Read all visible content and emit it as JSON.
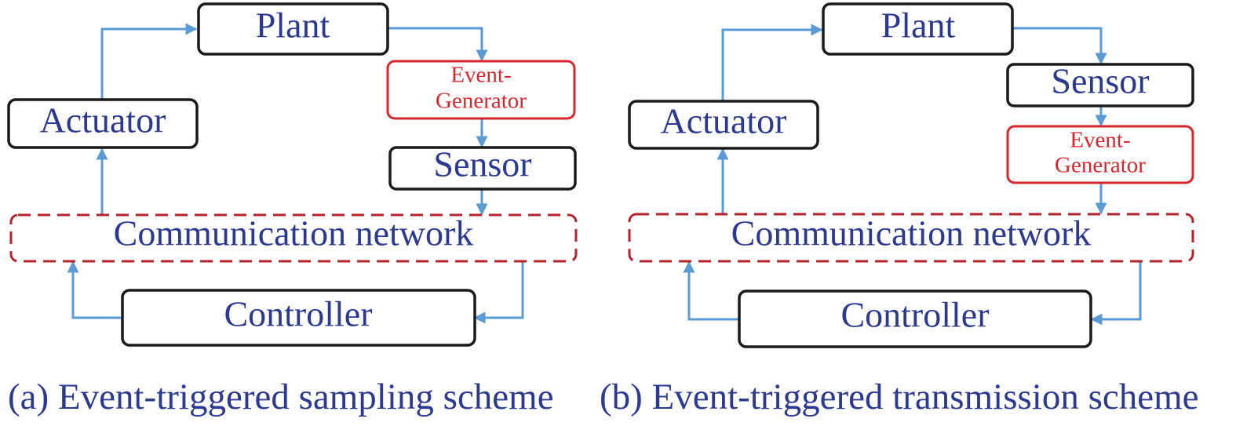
{
  "diagram_a": {
    "plant": "Plant",
    "event_generator_line1": "Event-",
    "event_generator_line2": "Generator",
    "sensor": "Sensor",
    "actuator": "Actuator",
    "network": "Communication network",
    "controller": "Controller",
    "caption": "(a) Event-triggered sampling scheme"
  },
  "diagram_b": {
    "plant": "Plant",
    "sensor": "Sensor",
    "event_generator_line1": "Event-",
    "event_generator_line2": "Generator",
    "actuator": "Actuator",
    "network": "Communication network",
    "controller": "Controller",
    "caption": "(b) Event-triggered transmission scheme"
  },
  "colors": {
    "box_text": "#2b3990",
    "box_border": "#1a1a1a",
    "event_generator": "#d9262c",
    "network_border": "#b5222a",
    "arrow": "#5b9bd5"
  }
}
